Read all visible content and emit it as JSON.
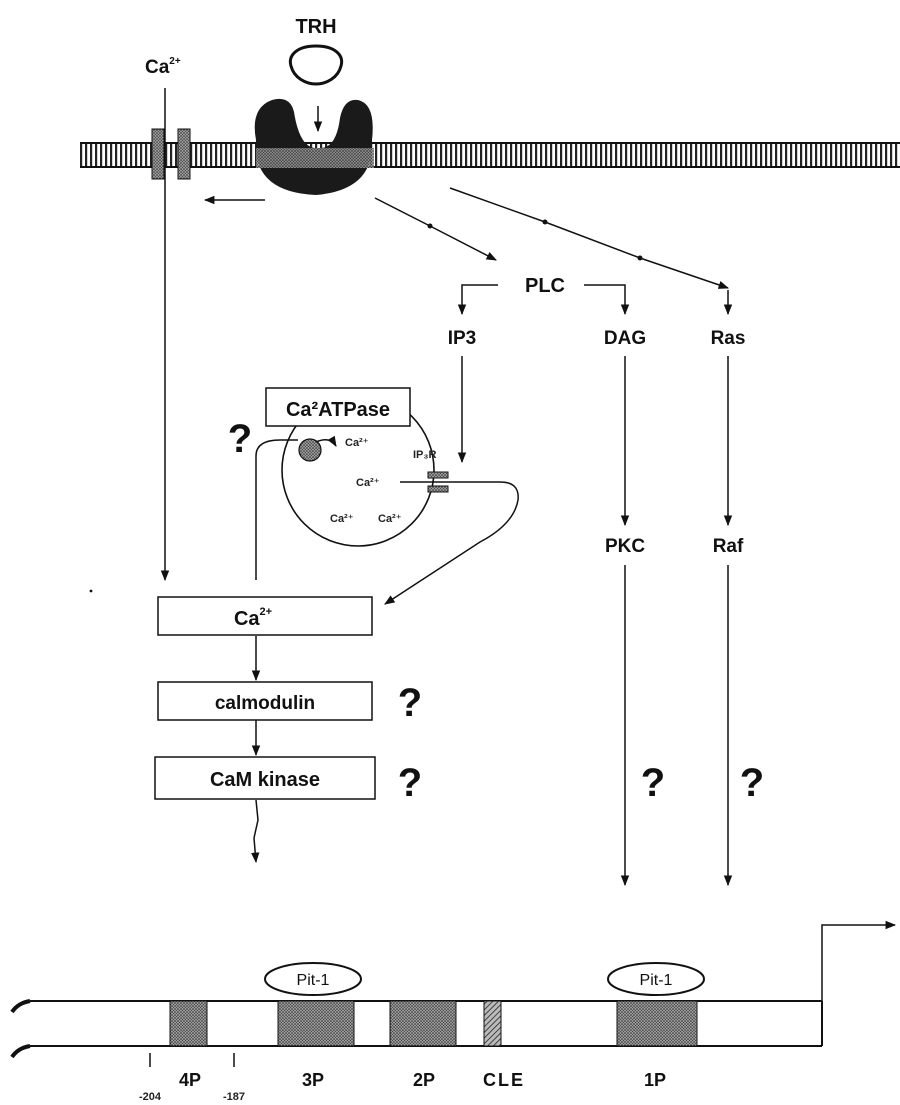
{
  "labels": {
    "trh": "TRH",
    "ca_ext": "Ca",
    "ca_ext_sup": "2+",
    "plc": "PLC",
    "ip3": "IP3",
    "dag": "DAG",
    "ras": "Ras",
    "pkc": "PKC",
    "raf": "Raf",
    "ca_atpase": "Ca²ATPase",
    "ip3r": "IP₃R",
    "store_ca": "Ca²⁺",
    "ca_box": "Ca",
    "ca_box_sup": "2+",
    "calmodulin": "calmodulin",
    "cam_kinase": "CaM kinase",
    "question": "?"
  },
  "promoter": {
    "pit1": "Pit-1",
    "elements": [
      "4P",
      "3P",
      "2P",
      "CLE",
      "1P"
    ],
    "positions": [
      "-204",
      "-187"
    ]
  }
}
